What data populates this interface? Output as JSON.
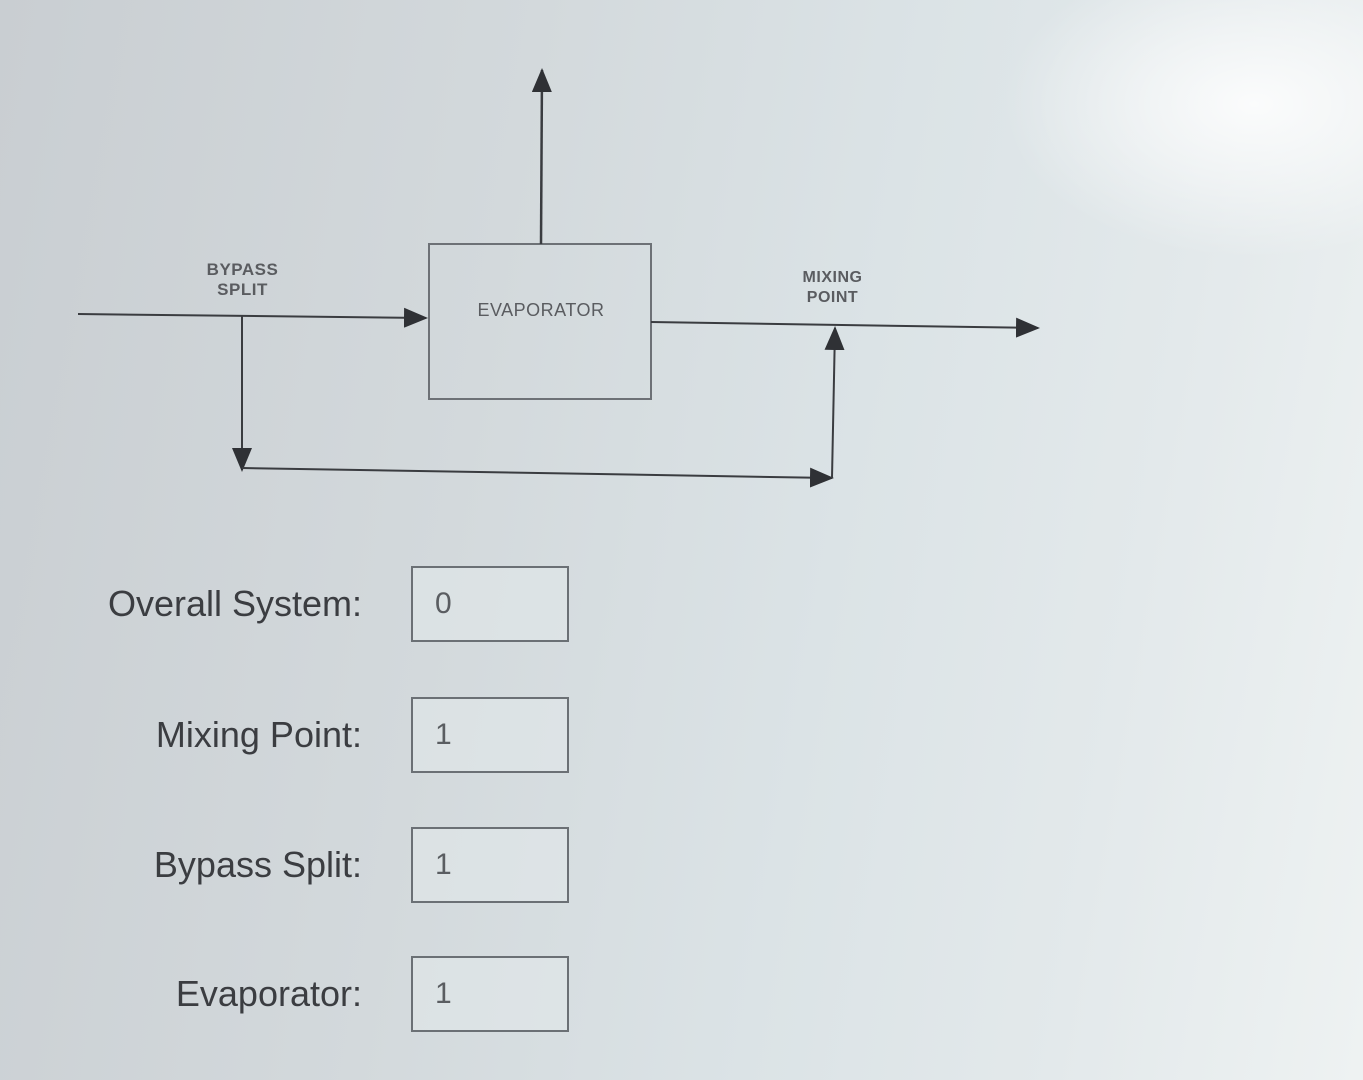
{
  "diagram": {
    "bypass_label_line1": "BYPASS",
    "bypass_label_line2": "SPLIT",
    "evaporator_label": "EVAPORATOR",
    "mixing_label_line1": "MIXING",
    "mixing_label_line2": "POINT"
  },
  "form": {
    "rows": [
      {
        "label": "Overall System:",
        "value": "0"
      },
      {
        "label": "Mixing Point:",
        "value": "1"
      },
      {
        "label": "Bypass Split:",
        "value": "1"
      },
      {
        "label": "Evaporator:",
        "value": "1"
      }
    ]
  },
  "colors": {
    "line": "#3a3c40",
    "box_border": "#6d7176",
    "input_border": "#6b7075"
  }
}
